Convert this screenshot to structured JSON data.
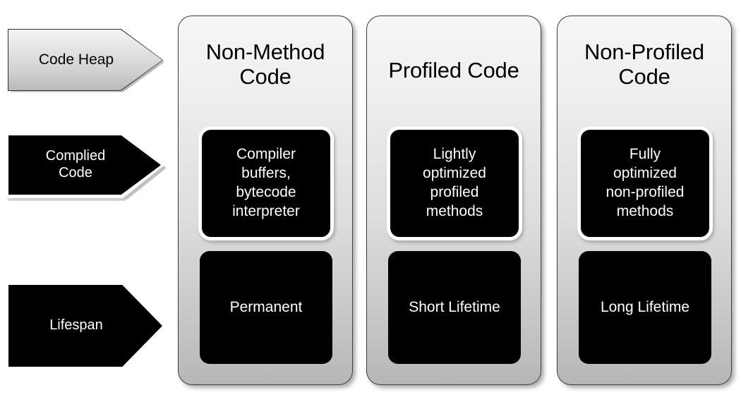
{
  "diagram": {
    "title": "Code Heap",
    "row_labels": [
      {
        "id": "code-heap",
        "text": "Code Heap",
        "style": "grey-gradient-arrow"
      },
      {
        "id": "complied-code",
        "text": "Complied\nCode",
        "style": "black-arrow-white-outline"
      },
      {
        "id": "lifespan",
        "text": "Lifespan",
        "style": "black-arrow"
      }
    ],
    "columns": [
      {
        "id": "non-method-code",
        "title": "Non-Method\nCode",
        "compiled_code": "Compiler\nbuffers,\nbytecode\ninterpreter",
        "lifespan": "Permanent"
      },
      {
        "id": "profiled-code",
        "title": "Profiled Code",
        "compiled_code": "Lightly\noptimized\nprofiled\nmethods",
        "lifespan": "Short Lifetime"
      },
      {
        "id": "non-profiled-code",
        "title": "Non-Profiled\nCode",
        "compiled_code": "Fully\noptimized\nnon-profiled\nmethods",
        "lifespan": "Long Lifetime"
      }
    ],
    "colors": {
      "background": "#ffffff",
      "card_fill": "#000000",
      "card_text": "#ffffff",
      "column_fill_top": "#f6f6f6",
      "column_fill_bottom": "#b6b6b6",
      "column_border": "#3d3d3d",
      "arrow_grey_top": "#f4f4f4",
      "arrow_grey_bottom": "#b9b9b9",
      "title_text": "#000000"
    }
  }
}
